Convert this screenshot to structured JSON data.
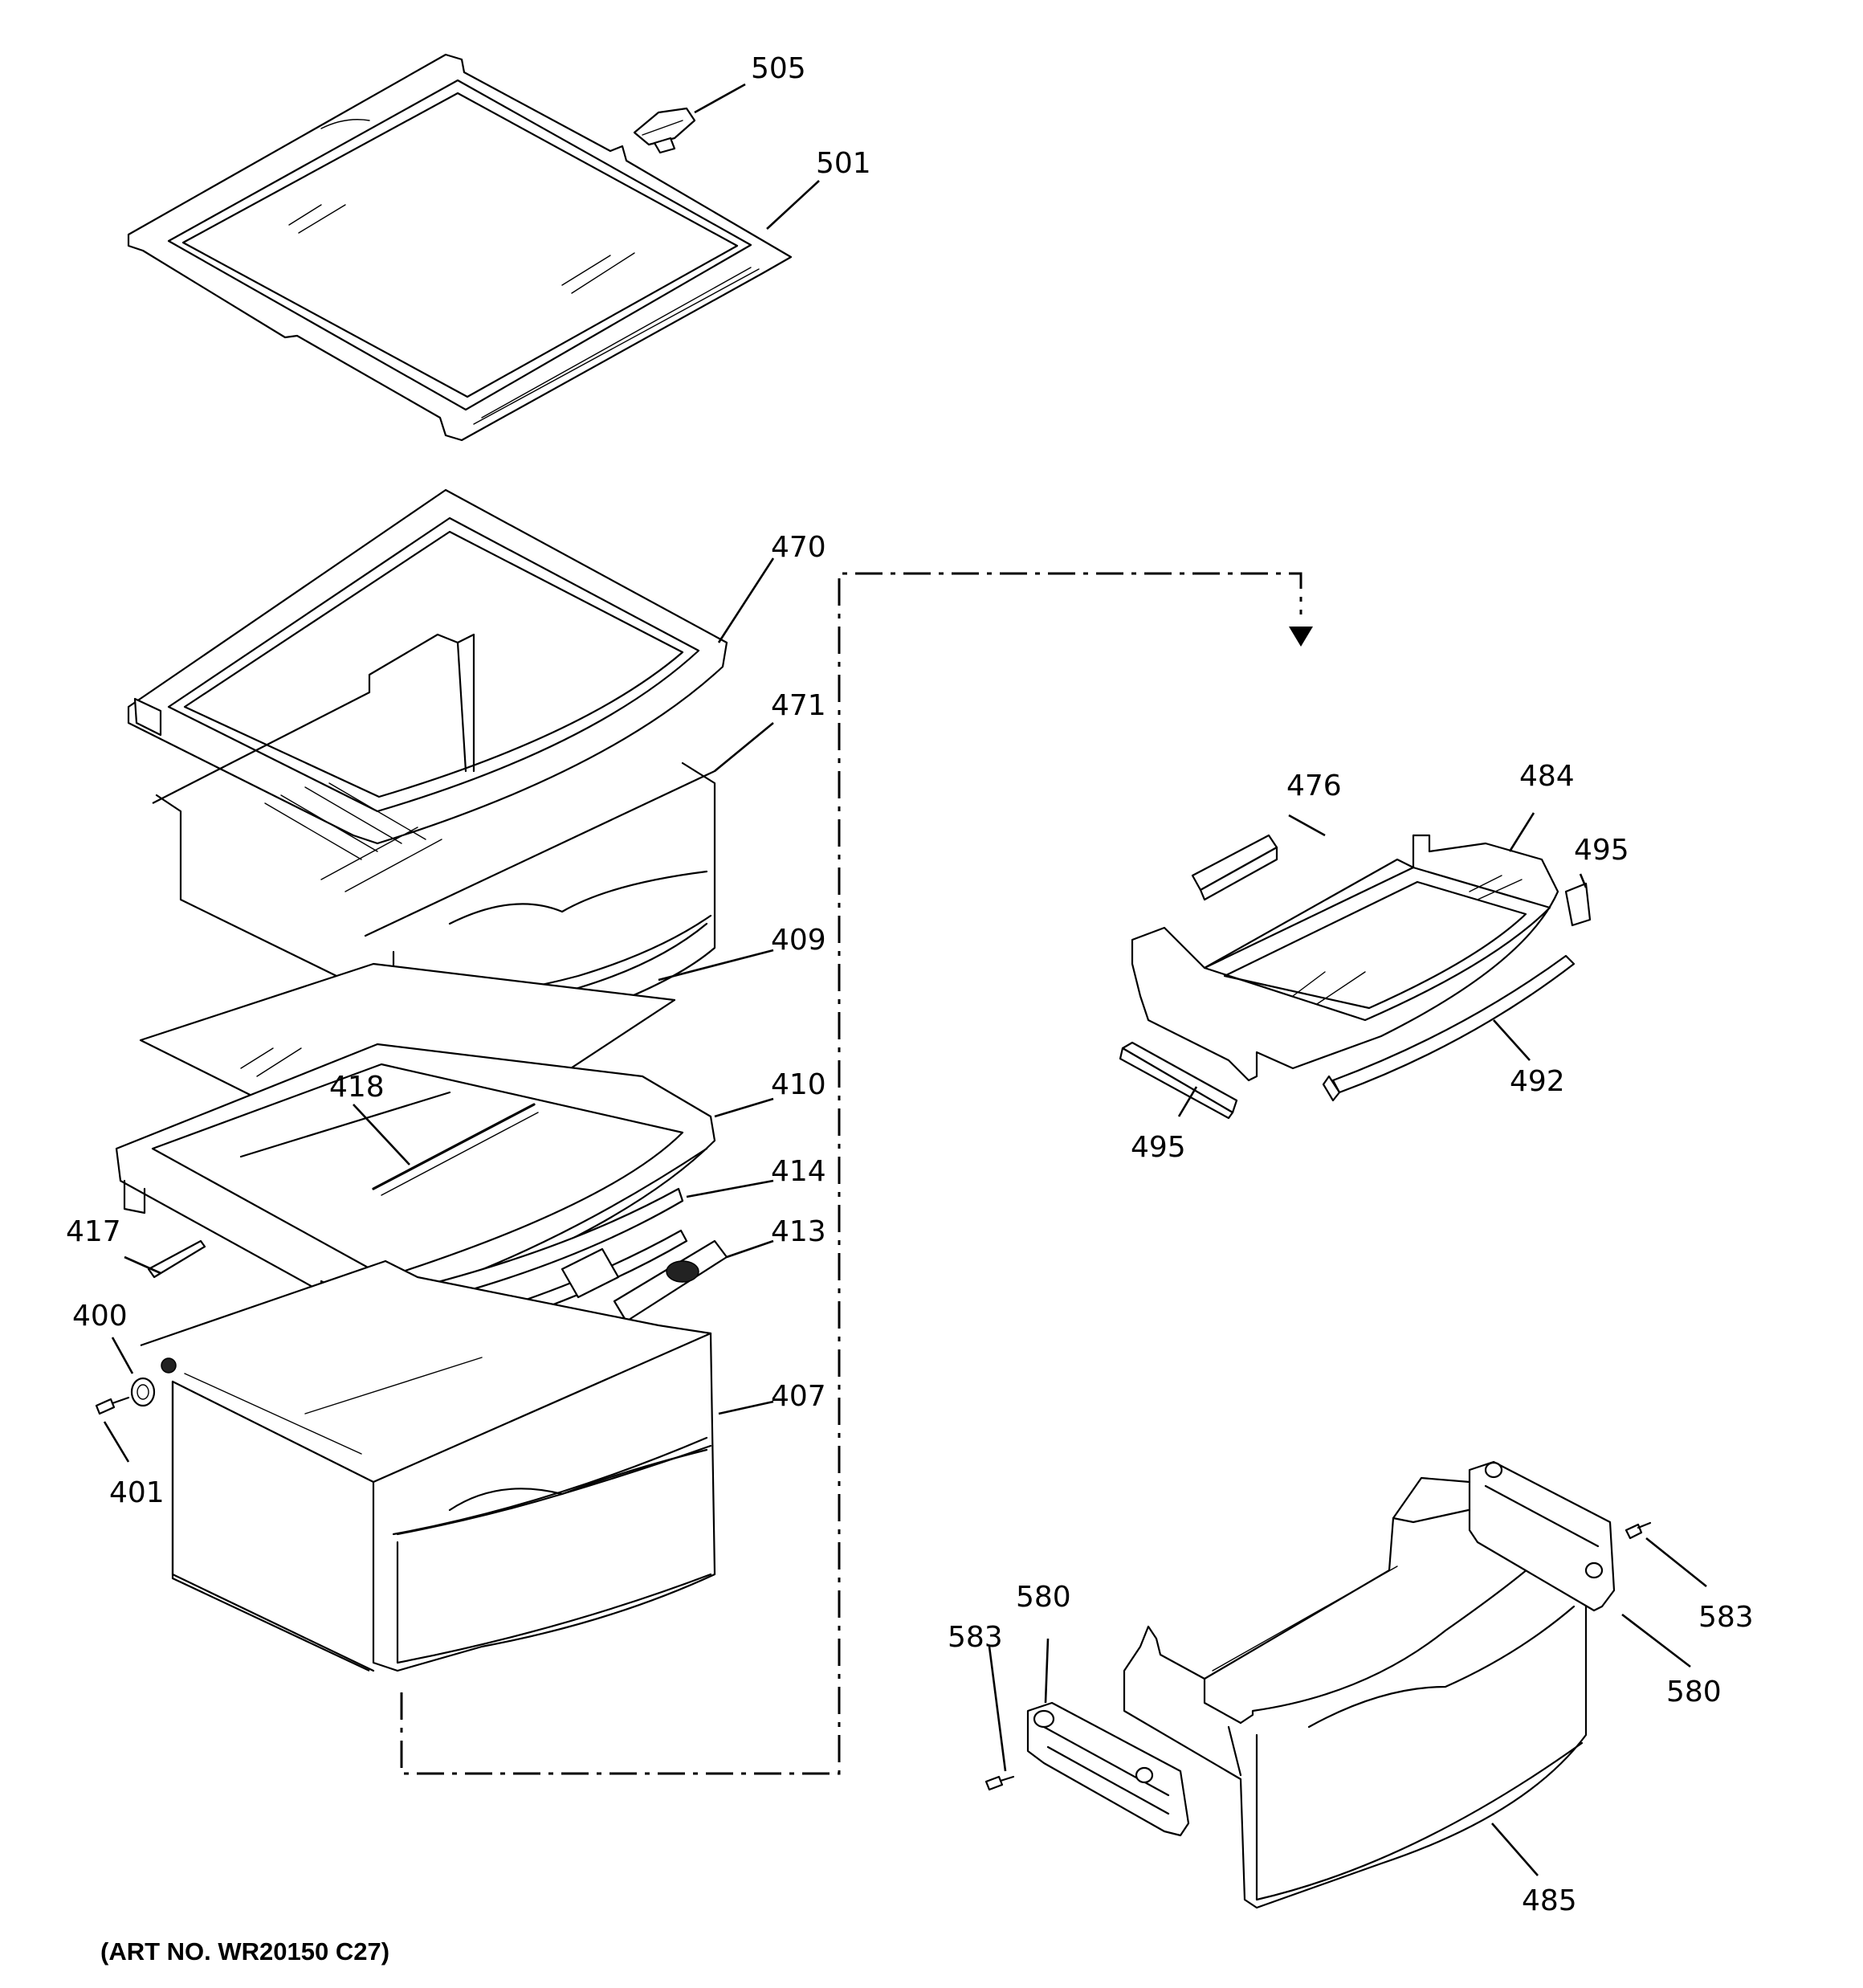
{
  "diagram": {
    "art_number": "(ART NO. WR20150 C27)",
    "callouts": {
      "c505": "505",
      "c501": "501",
      "c470": "470",
      "c471": "471",
      "c409": "409",
      "c418": "418",
      "c410": "410",
      "c414": "414",
      "c417": "417",
      "c413": "413",
      "c400": "400",
      "c401": "401",
      "c407": "407",
      "c476": "476",
      "c484": "484",
      "c495a": "495",
      "c495b": "495",
      "c492": "492",
      "c583a": "583",
      "c583b": "583",
      "c580a": "580",
      "c580b": "580",
      "c485": "485"
    }
  }
}
